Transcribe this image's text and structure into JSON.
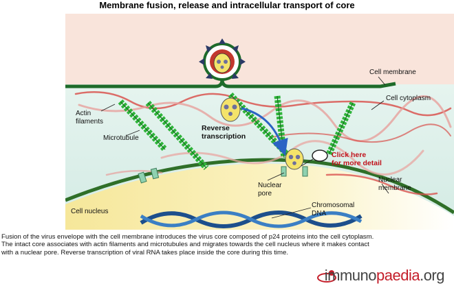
{
  "title": "Membrane fusion, release and intracellular transport of core",
  "labels": {
    "cell_membrane": "Cell membrane",
    "cell_cytoplasm": "Cell cytoplasm",
    "actin_line1": "Actin",
    "actin_line2": "filaments",
    "microtubule": "Microtubule",
    "reverse_line1": "Reverse",
    "reverse_line2": "transcription",
    "click_line1": "Click here",
    "click_line2": "for more detail",
    "nuclear_membrane_line1": "Nuclear",
    "nuclear_membrane_line2": "membrane",
    "nuclear_pore_line1": "Nuclear",
    "nuclear_pore_line2": "pore",
    "cell_nucleus": "Cell nucleus",
    "chromosomal_line1": "Chromosomal",
    "chromosomal_line2": "DNA"
  },
  "caption": {
    "line1": "Fusion of the virus envelope with the cell membrane introduces the virus core composed of p24 proteins into the cell cytoplasm.",
    "line2": "The intact core associates with actin filaments and microtubules and migrates towards the cell nucleus where it makes contact",
    "line3": "with a nuclear pore. Reverse transcription of viral RNA takes place inside the core during this time."
  },
  "logo": {
    "part1": "immuno",
    "part2": "paedia",
    "part3": ".org"
  },
  "colors": {
    "membrane": "#1e6b2a",
    "cytoplasm": "#dff1ec",
    "extracellular": "#f8e3da",
    "nucleus": "#f4ec9c",
    "microtubule": "#2fb43a",
    "actin": "#d9534f",
    "link_red": "#c0111a",
    "arrow_blue": "#2a63c4"
  }
}
